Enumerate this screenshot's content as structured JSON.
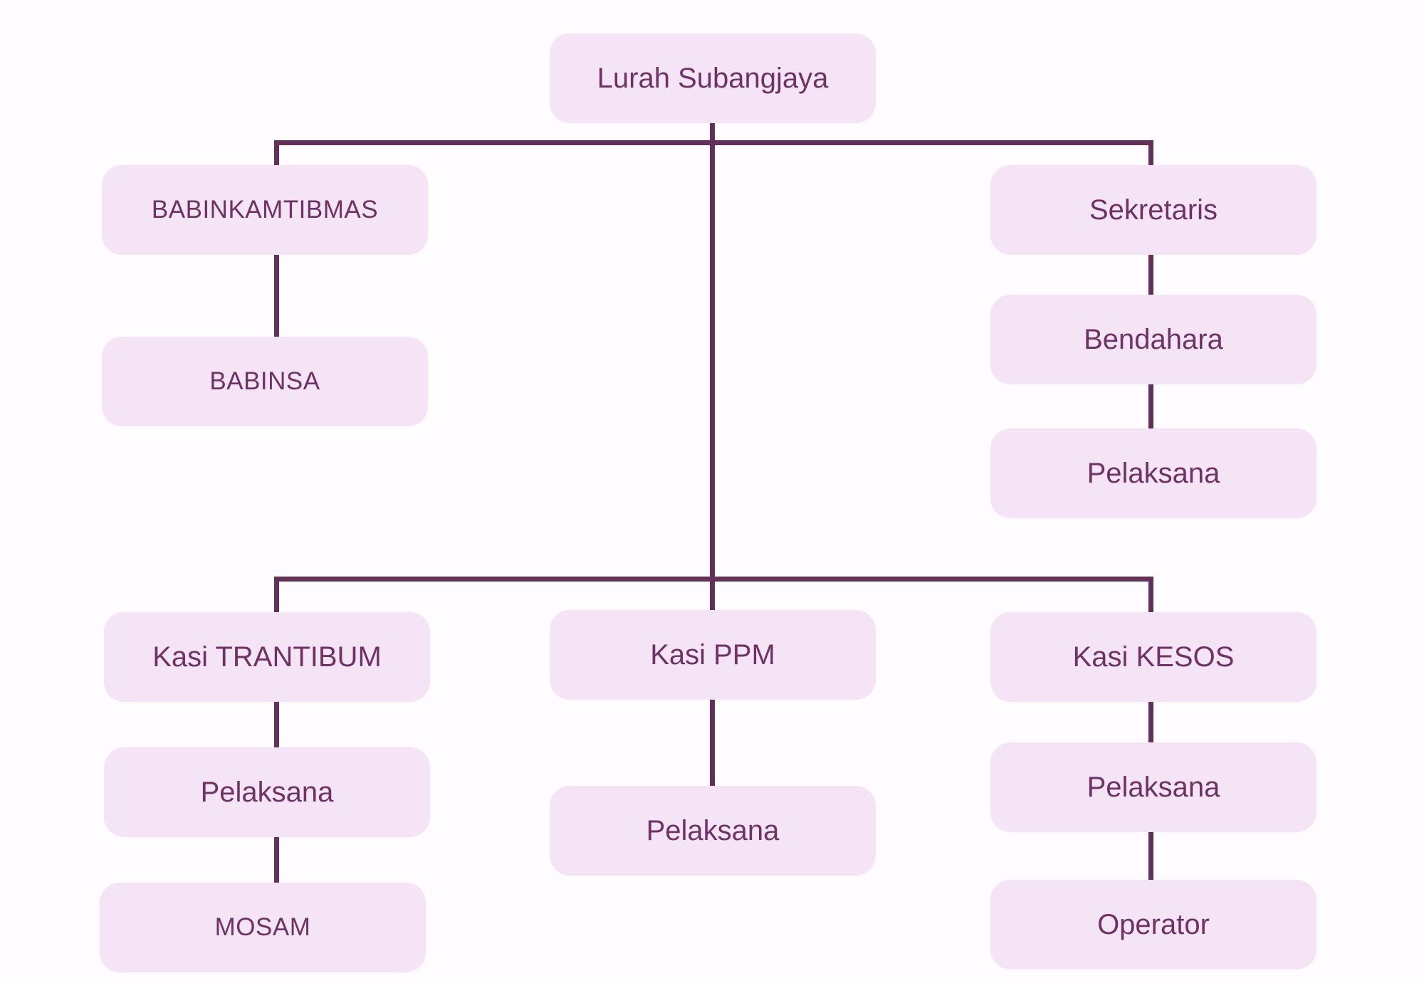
{
  "colors": {
    "background": "#fefcfe",
    "box_fill": "#f4e4f6",
    "box_text": "#6f3264",
    "line": "#633059"
  },
  "org_chart": {
    "type": "org-tree",
    "nodes": {
      "lurah": {
        "label": "Lurah Subangjaya",
        "parent": null
      },
      "babinkamtibmas": {
        "label": "BABINKAMTIBMAS",
        "parent": "lurah"
      },
      "sekretaris": {
        "label": "Sekretaris",
        "parent": "lurah"
      },
      "babinsa": {
        "label": "BABINSA",
        "parent": "babinkamtibmas"
      },
      "bendahara": {
        "label": "Bendahara",
        "parent": "sekretaris"
      },
      "pelaksana_sekretaris": {
        "label": "Pelaksana",
        "parent": "bendahara"
      },
      "kasi_trantibum": {
        "label": "Kasi TRANTIBUM",
        "parent": "lurah"
      },
      "kasi_ppm": {
        "label": "Kasi PPM",
        "parent": "lurah"
      },
      "kasi_kesos": {
        "label": "Kasi KESOS",
        "parent": "lurah"
      },
      "pelaksana_trantibum": {
        "label": "Pelaksana",
        "parent": "kasi_trantibum"
      },
      "mosam": {
        "label": "MOSAM",
        "parent": "pelaksana_trantibum"
      },
      "pelaksana_ppm": {
        "label": "Pelaksana",
        "parent": "kasi_ppm"
      },
      "pelaksana_kesos": {
        "label": "Pelaksana",
        "parent": "kasi_kesos"
      },
      "operator": {
        "label": "Operator",
        "parent": "pelaksana_kesos"
      }
    }
  }
}
